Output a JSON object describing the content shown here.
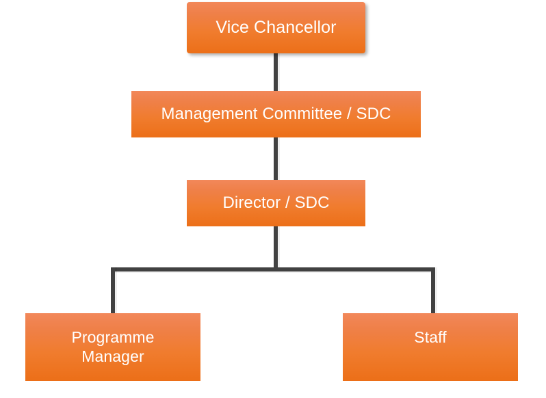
{
  "diagram": {
    "type": "organizational-chart",
    "title": "",
    "colors": {
      "node_fill_top": "#F2885A",
      "node_fill_bottom": "#EC6F18",
      "node_text": "#FFFFFF",
      "connector": "#414141",
      "background": "#FFFFFF"
    },
    "nodes": [
      {
        "id": "vice-chancellor",
        "label": "Vice Chancellor",
        "level": 1
      },
      {
        "id": "management-committee",
        "label": "Management Committee / SDC",
        "level": 2
      },
      {
        "id": "director",
        "label": "Director / SDC",
        "level": 3
      },
      {
        "id": "programme-manager",
        "label": "Programme\nManager",
        "level": 4
      },
      {
        "id": "staff",
        "label": "Staff",
        "level": 4
      }
    ],
    "edges": [
      {
        "from": "vice-chancellor",
        "to": "management-committee"
      },
      {
        "from": "management-committee",
        "to": "director"
      },
      {
        "from": "director",
        "to": "programme-manager"
      },
      {
        "from": "director",
        "to": "staff"
      }
    ]
  }
}
